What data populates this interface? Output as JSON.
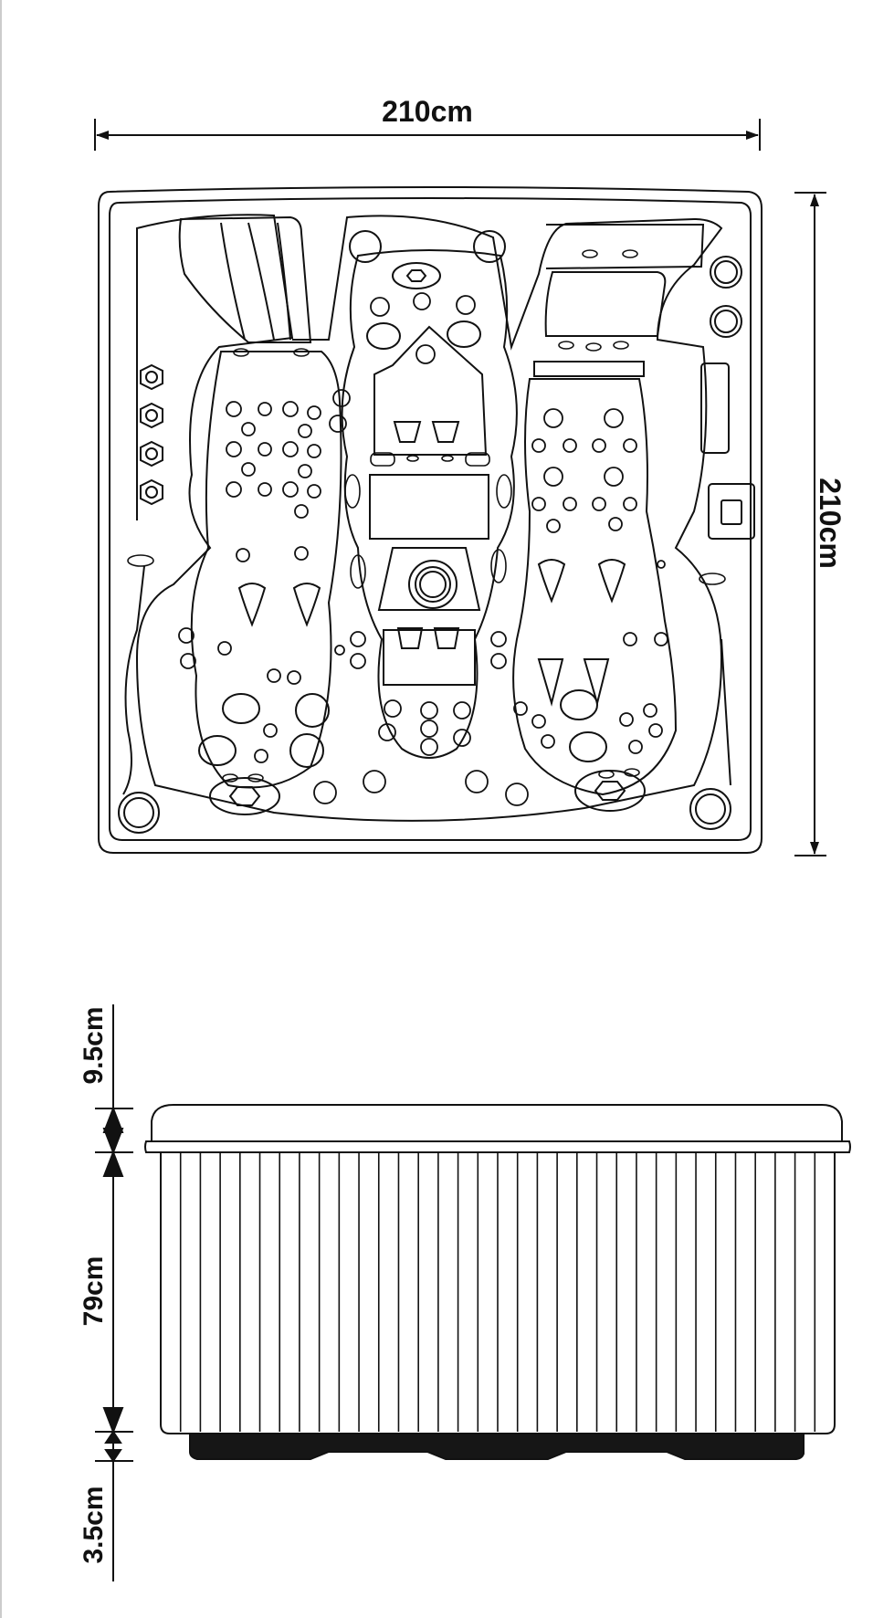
{
  "diagram": {
    "ink_color": "#111111",
    "background_color": "#ffffff",
    "base_fill_color": "#161616"
  },
  "top_view": {
    "width_label": "210cm",
    "depth_label": "210cm"
  },
  "side_view": {
    "lid_label": "9.5cm",
    "body_label": "79cm",
    "base_label": "3.5cm"
  }
}
